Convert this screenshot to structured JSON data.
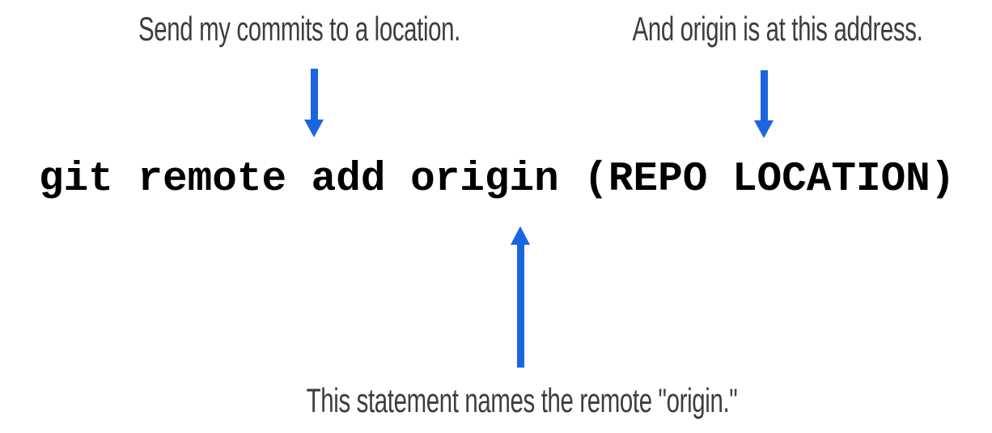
{
  "colors": {
    "background": "#ffffff",
    "arrow": "#1a66e1",
    "annotation_text": "#3d3d3d",
    "command_text": "#000000"
  },
  "annotations": {
    "send_commits": "Send my commits to a location.",
    "origin_address": "And origin is at this address.",
    "names_remote": "This statement names the remote \"origin.\""
  },
  "command": {
    "text": "git remote add origin (REPO LOCATION)"
  }
}
